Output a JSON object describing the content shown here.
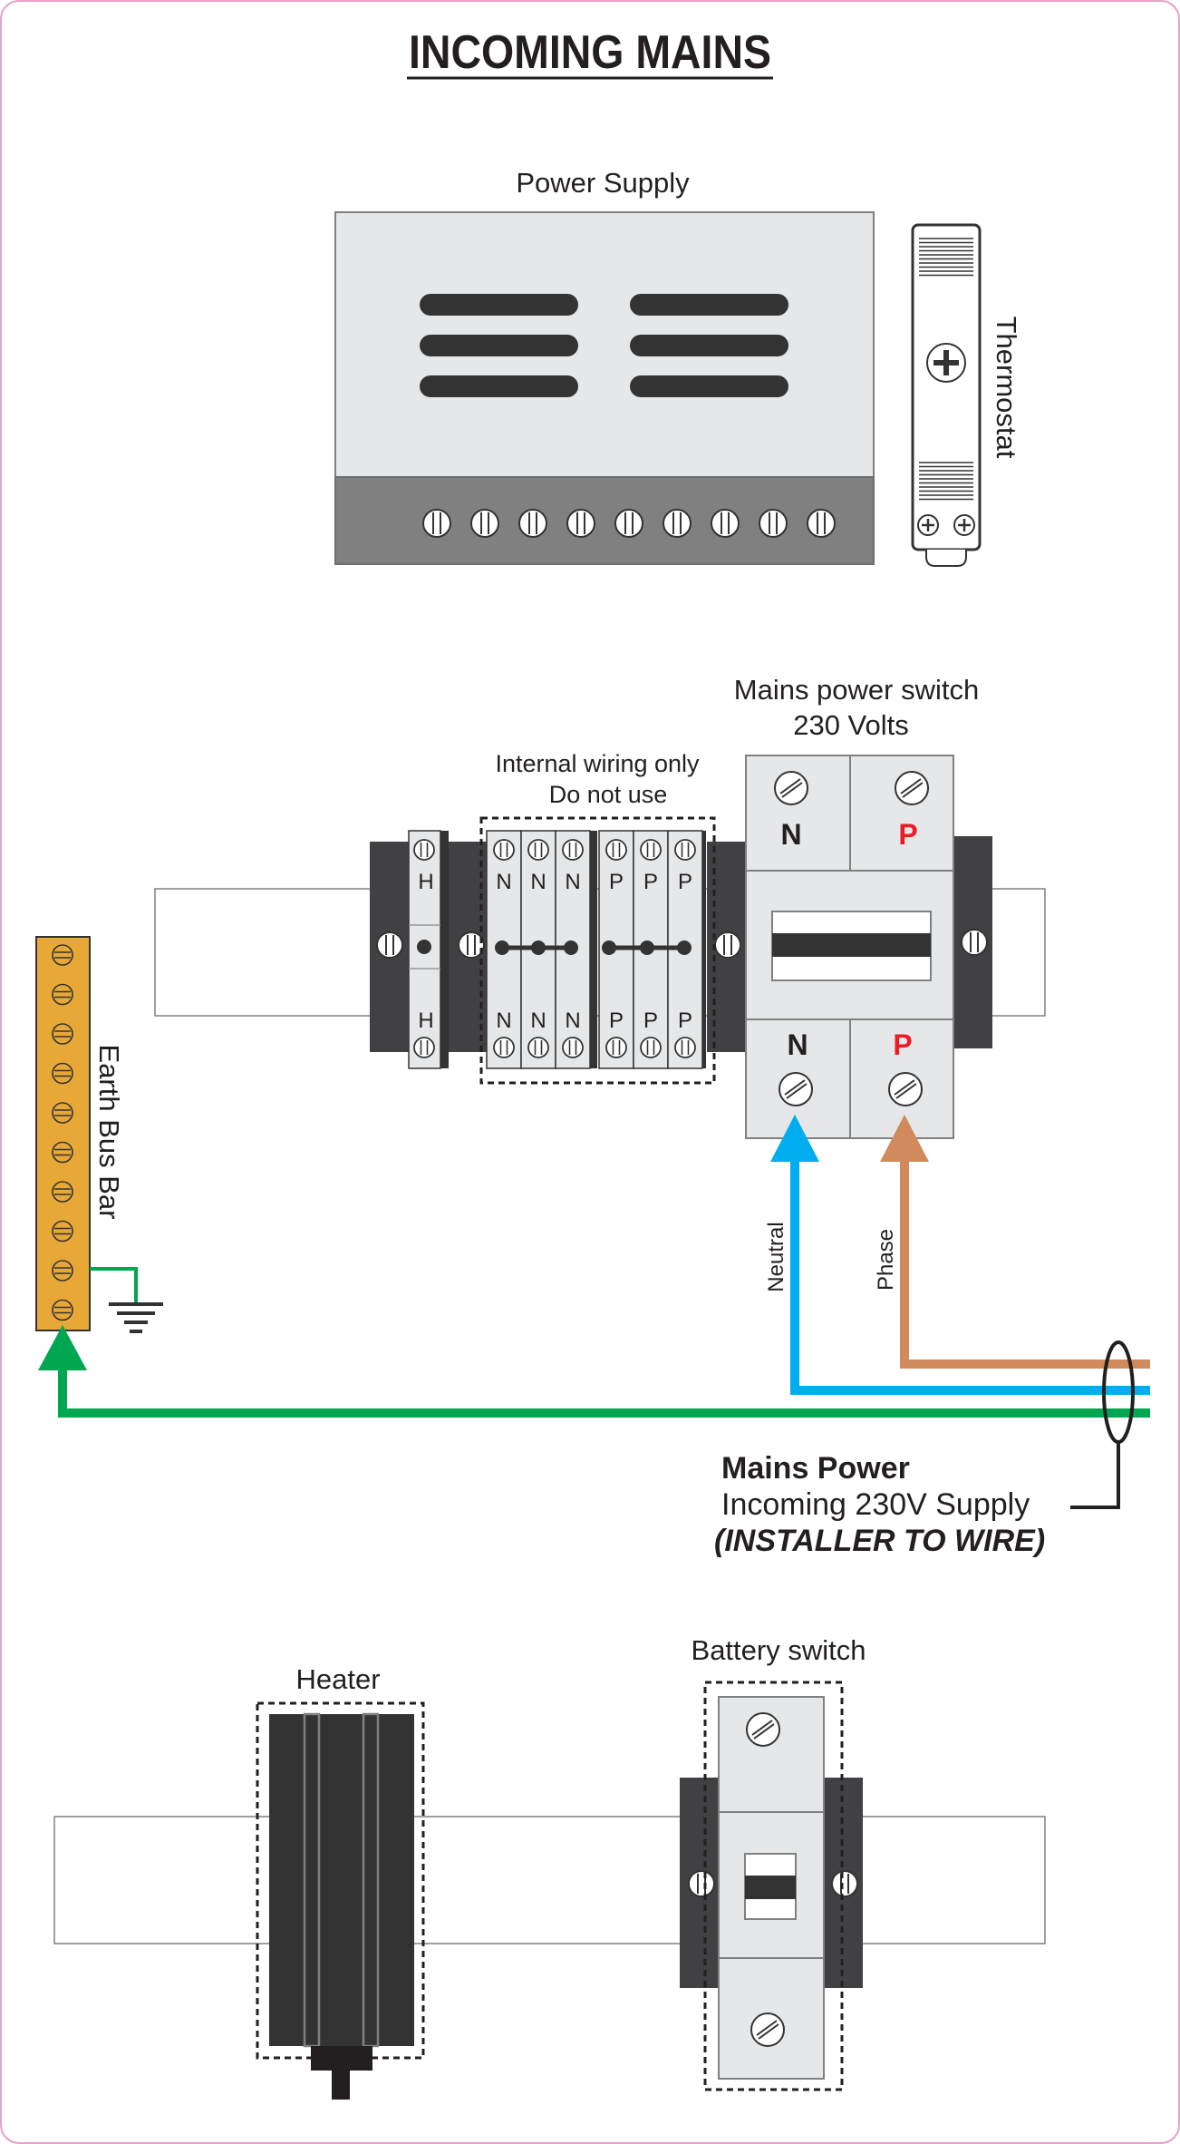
{
  "title": "INCOMING MAINS",
  "power_supply": {
    "label": "Power Supply"
  },
  "thermostat": {
    "label": "Thermostat"
  },
  "mains_switch": {
    "label_line1": "Mains power switch",
    "label_line2": "230 Volts",
    "n": "N",
    "p": "P"
  },
  "internal_wiring": {
    "line1": "Internal wiring only",
    "line2": "Do not use"
  },
  "terminals": {
    "h": "H",
    "n": "N",
    "p": "P"
  },
  "earth_bus_bar": {
    "label": "Earth Bus Bar"
  },
  "wires": {
    "neutral": "Neutral",
    "phase": "Phase"
  },
  "mains_power": {
    "line1": "Mains Power",
    "line2": "Incoming 230V Supply",
    "line3": "(INSTALLER TO WIRE)"
  },
  "heater": {
    "label": "Heater"
  },
  "battery_switch": {
    "label": "Battery switch"
  },
  "colors": {
    "earth_green": "#00a650",
    "neutral_blue": "#00aeef",
    "phase_brown": "#d08a5c",
    "bus_bar_orange": "#e8a838",
    "dark": "#333333",
    "light_grey": "#e6e7e8",
    "mid_grey": "#808080",
    "red": "#ed1c24",
    "border_pink": "#e8a0c8"
  }
}
